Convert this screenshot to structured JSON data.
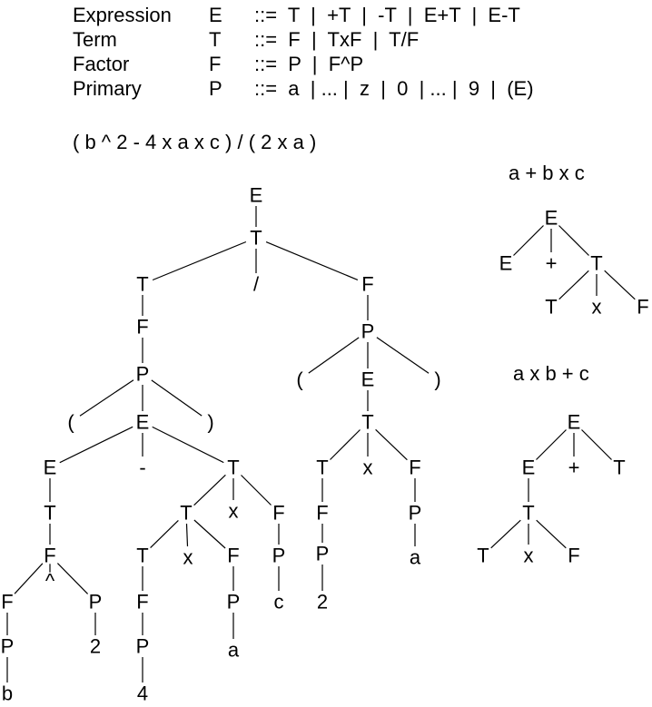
{
  "grammar": {
    "rows": [
      {
        "name": "Expression",
        "symbol": "E",
        "rule": "::=  T  |  +T  |  -T  |  E+T  |  E-T"
      },
      {
        "name": "Term",
        "symbol": "T",
        "rule": "::=  F  |  TxF  |  T/F"
      },
      {
        "name": "Factor",
        "symbol": "F",
        "rule": "::=  P  |  F^P"
      },
      {
        "name": "Primary",
        "symbol": "P",
        "rule": "::=  a  | ... |  z  |  0  | ... |  9  |  (E)"
      }
    ]
  },
  "trees": [
    {
      "id": "main",
      "expression": "( b ^ 2 - 4 x a x c ) / ( 2 x a )",
      "nodes": [
        {
          "id": "E0",
          "label": "E",
          "parent": null
        },
        {
          "id": "T0",
          "label": "T",
          "parent": "E0"
        },
        {
          "id": "T1",
          "label": "T",
          "parent": "T0"
        },
        {
          "id": "slash",
          "label": "/",
          "parent": "T0"
        },
        {
          "id": "F1",
          "label": "F",
          "parent": "T0"
        },
        {
          "id": "F2",
          "label": "F",
          "parent": "T1"
        },
        {
          "id": "P1",
          "label": "P",
          "parent": "F2"
        },
        {
          "id": "lp1",
          "label": "(",
          "parent": "P1"
        },
        {
          "id": "E1",
          "label": "E",
          "parent": "P1"
        },
        {
          "id": "rp1",
          "label": ")",
          "parent": "P1"
        },
        {
          "id": "E2",
          "label": "E",
          "parent": "E1"
        },
        {
          "id": "minus",
          "label": "-",
          "parent": "E1"
        },
        {
          "id": "T2",
          "label": "T",
          "parent": "E1"
        },
        {
          "id": "T3",
          "label": "T",
          "parent": "E2"
        },
        {
          "id": "F3",
          "label": "F",
          "parent": "T3"
        },
        {
          "id": "F4",
          "label": "F",
          "parent": "F3"
        },
        {
          "id": "caret",
          "label": "^",
          "parent": "F3"
        },
        {
          "id": "P2",
          "label": "P",
          "parent": "F3"
        },
        {
          "id": "P3",
          "label": "P",
          "parent": "F4"
        },
        {
          "id": "b",
          "label": "b",
          "parent": "P3"
        },
        {
          "id": "two1",
          "label": "2",
          "parent": "P2"
        },
        {
          "id": "T4",
          "label": "T",
          "parent": "T2"
        },
        {
          "id": "x1",
          "label": "x",
          "parent": "T2"
        },
        {
          "id": "F5",
          "label": "F",
          "parent": "T2"
        },
        {
          "id": "T5",
          "label": "T",
          "parent": "T4"
        },
        {
          "id": "x2",
          "label": "x",
          "parent": "T4"
        },
        {
          "id": "F6",
          "label": "F",
          "parent": "T4"
        },
        {
          "id": "F7",
          "label": "F",
          "parent": "T5"
        },
        {
          "id": "P4",
          "label": "P",
          "parent": "F7"
        },
        {
          "id": "four",
          "label": "4",
          "parent": "P4"
        },
        {
          "id": "P5",
          "label": "P",
          "parent": "F6"
        },
        {
          "id": "a1",
          "label": "a",
          "parent": "P5"
        },
        {
          "id": "P6",
          "label": "P",
          "parent": "F5"
        },
        {
          "id": "c",
          "label": "c",
          "parent": "P6"
        },
        {
          "id": "P7",
          "label": "P",
          "parent": "F1"
        },
        {
          "id": "lp2",
          "label": "(",
          "parent": "P7"
        },
        {
          "id": "E3",
          "label": "E",
          "parent": "P7"
        },
        {
          "id": "rp2",
          "label": ")",
          "parent": "P7"
        },
        {
          "id": "T6",
          "label": "T",
          "parent": "E3"
        },
        {
          "id": "T7",
          "label": "T",
          "parent": "T6"
        },
        {
          "id": "x3",
          "label": "x",
          "parent": "T6"
        },
        {
          "id": "F8",
          "label": "F",
          "parent": "T6"
        },
        {
          "id": "F9",
          "label": "F",
          "parent": "T7"
        },
        {
          "id": "P8",
          "label": "P",
          "parent": "F9"
        },
        {
          "id": "two2",
          "label": "2",
          "parent": "P8"
        },
        {
          "id": "P9",
          "label": "P",
          "parent": "F8"
        },
        {
          "id": "a2",
          "label": "a",
          "parent": "P9"
        }
      ]
    },
    {
      "id": "abc",
      "expression": "a + b x c",
      "nodes": [
        {
          "id": "r",
          "label": "E",
          "parent": null
        },
        {
          "id": "e",
          "label": "E",
          "parent": "r"
        },
        {
          "id": "plus",
          "label": "+",
          "parent": "r"
        },
        {
          "id": "t",
          "label": "T",
          "parent": "r"
        },
        {
          "id": "tt",
          "label": "T",
          "parent": "t"
        },
        {
          "id": "x",
          "label": "x",
          "parent": "t"
        },
        {
          "id": "f",
          "label": "F",
          "parent": "t"
        }
      ]
    },
    {
      "id": "axbc",
      "expression": "a x b + c",
      "nodes": [
        {
          "id": "r",
          "label": "E",
          "parent": null
        },
        {
          "id": "e",
          "label": "E",
          "parent": "r"
        },
        {
          "id": "plus",
          "label": "+",
          "parent": "r"
        },
        {
          "id": "t",
          "label": "T",
          "parent": "r"
        },
        {
          "id": "t2",
          "label": "T",
          "parent": "e"
        },
        {
          "id": "tt",
          "label": "T",
          "parent": "t2"
        },
        {
          "id": "x",
          "label": "x",
          "parent": "t2"
        },
        {
          "id": "f",
          "label": "F",
          "parent": "t2"
        }
      ]
    }
  ]
}
